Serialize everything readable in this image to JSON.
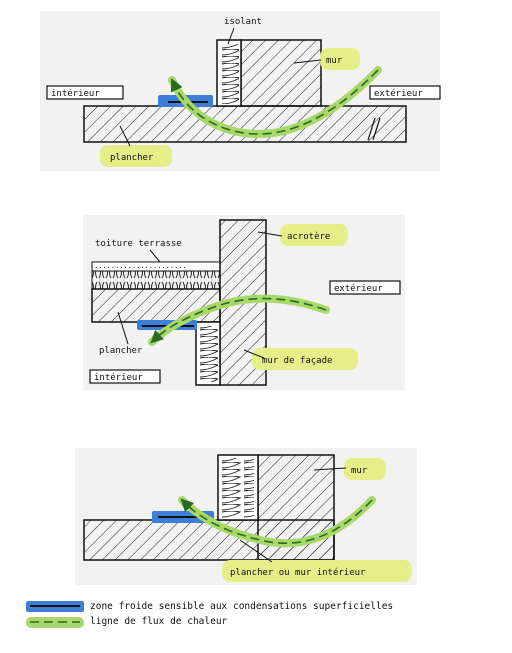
{
  "colors": {
    "panel_bg": "#f2f2f2",
    "highlight_yellow": "#e4ef8a",
    "heat_flow_green": "#a9d86a",
    "cold_zone_blue": "#3d7fd6",
    "ink": "#111111"
  },
  "diagram1": {
    "isolant": "isolant",
    "mur": "mur",
    "interieur": "intérieur",
    "exterieur": "extérieur",
    "plancher": "plancher"
  },
  "diagram2": {
    "toiture": "toiture terrasse",
    "acrotere": "acrotère",
    "exterieur": "extérieur",
    "plancher": "plancher",
    "mur_facade": "mur de façade",
    "interieur": "intérieur"
  },
  "diagram3": {
    "mur": "mur",
    "plancher_mur": "plancher ou mur intérieur"
  },
  "legend": {
    "cold_zone": "zone froide sensible aux condensations superficielles",
    "heat_flow": "ligne de flux de chaleur"
  }
}
